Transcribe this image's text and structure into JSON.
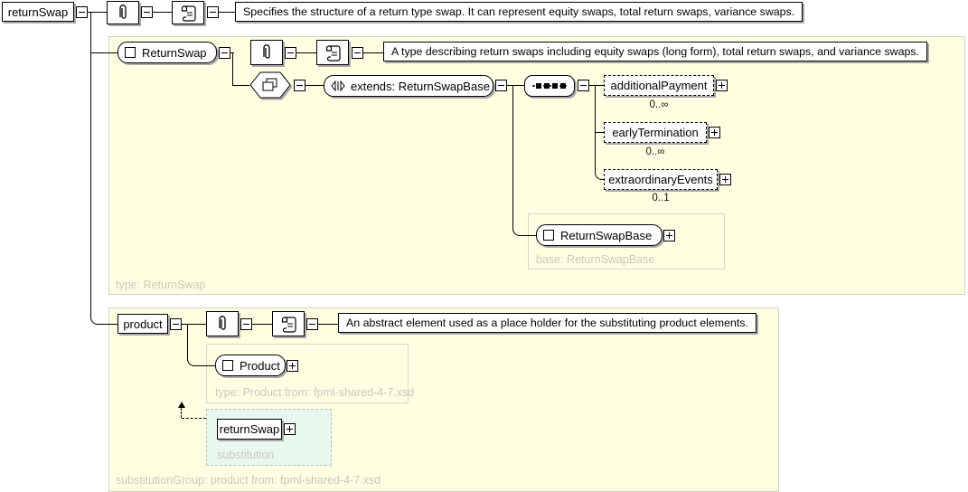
{
  "colors": {
    "panel_bg": "#ffffe2",
    "panel_border": "#d2d2c2",
    "container_border": "#d6d6c8",
    "substitution_bg": "#e9f8ee",
    "substitution_border": "#b4c4ba",
    "muted_label": "#c8c8bc",
    "shadow": "#aaaaaa"
  },
  "icons": {
    "attributes": "paperclip-icon",
    "annotation": "scroll-icon",
    "derivation": "hexagon-overlap-squares-icon",
    "sequence": "sequence-dots-icon",
    "complex_type_marker": "square-icon",
    "extends_marker": "angle-brackets-icon",
    "expanded": "minus-icon",
    "collapsed": "plus-icon",
    "substitution_link": "dashed-up-arrow-icon"
  },
  "root_element": {
    "name": "returnSwap",
    "annotation": "Specifies the structure of a return type swap. It can represent equity swaps, total return swaps, variance swaps."
  },
  "return_swap_type": {
    "footer": "type: ReturnSwap",
    "type_name": "ReturnSwap",
    "annotation": "A type describing return swaps including equity swaps (long form), total return swaps, and variance swaps.",
    "extends": "extends: ReturnSwapBase",
    "children": [
      {
        "name": "additionalPayment",
        "occurs": "0..∞"
      },
      {
        "name": "earlyTermination",
        "occurs": "0..∞"
      },
      {
        "name": "extraordinaryEvents",
        "occurs": "0..1"
      }
    ],
    "base": {
      "type_name": "ReturnSwapBase",
      "footer": "base: ReturnSwapBase"
    }
  },
  "product_group": {
    "footer": "substitutionGroup: product from: fpml-shared-4-7.xsd",
    "element": "product",
    "annotation": "An abstract element used as a place holder for the substituting product elements.",
    "type": {
      "type_name": "Product",
      "footer": "type: Product from: fpml-shared-4-7.xsd"
    },
    "substitution": {
      "element": "returnSwap",
      "footer": "substitution"
    }
  }
}
